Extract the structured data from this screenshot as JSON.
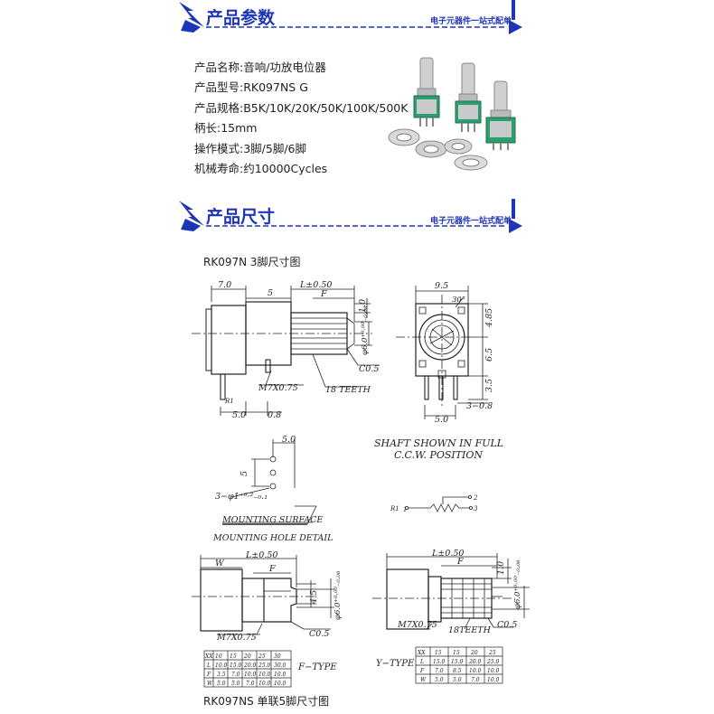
{
  "section1": {
    "title": "产品参数",
    "subtitle": "电子元器件一站式配单"
  },
  "specs": [
    {
      "label": "产品名称:",
      "value": "音响/功放电位器"
    },
    {
      "label": "产品型号:",
      "value": "RK097NS G"
    },
    {
      "label": "产品规格:",
      "value": "B5K/10K/20K/50K/100K/500K"
    },
    {
      "label": "柄长:",
      "value": "15mm"
    },
    {
      "label": "操作模式:",
      "value": "3脚/5脚/6脚"
    },
    {
      "label": "机械寿命:",
      "value": "约10000Cycles"
    }
  ],
  "section2": {
    "title": "产品尺寸",
    "subtitle": "电子元器件一站式配单"
  },
  "caption_top": "RK097N  3脚尺寸图",
  "caption_bottom": "RK097NS 单联5脚尺寸图",
  "drawing_top": {
    "dims": {
      "d7": "7.0",
      "d5": "5",
      "L": "L±0.50",
      "F": "F",
      "d10": "1.0",
      "dia": "φ6.0⁺⁰·⁰⁰₋₀.₀₈",
      "c05": "C0.5",
      "m7": "M7X0.75",
      "teeth": "18 TEETH",
      "r1": "R1",
      "b50": "5.0",
      "b08": "0.8"
    },
    "side": {
      "d95": "9.5",
      "ang": "30°",
      "d485": "4.85",
      "d65": "6.5",
      "d35": "3.5",
      "d50": "5.0",
      "d308": "3−0.8"
    }
  },
  "shaft_note": [
    "SHAFT SHOWN IN FULL",
    "C.C.W. POSITION"
  ],
  "mount": {
    "d50": "5.0",
    "d5": "5",
    "holes": "3−φ1⁺⁰·²₋₀.₁",
    "surface": "MOUNTING SURFACE",
    "detail": "MOUNTING HOLE DETAIL"
  },
  "schematic": {
    "r1": "R1",
    "p1": "1",
    "p2": "2",
    "p3": "3"
  },
  "ftype": {
    "dims": {
      "L": "L±0.50",
      "W": "W",
      "F": "F",
      "h45": "4.5",
      "dia": "φ6.0⁺⁰·⁰⁰₋₀.₀₈",
      "c05": "C0.5",
      "m7": "M7X0.75"
    },
    "label": "F−TYPE",
    "table": [
      [
        "XX",
        "10",
        "15",
        "20",
        "25",
        "30"
      ],
      [
        "L",
        "10.0",
        "15.0",
        "20.0",
        "25.0",
        "30.0"
      ],
      [
        "F",
        "3.5",
        "7.0",
        "10.0",
        "10.0",
        "10.0"
      ],
      [
        "W",
        "5.0",
        "5.0",
        "7.0",
        "10.0",
        "10.0"
      ]
    ]
  },
  "ytype": {
    "dims": {
      "L": "L±0.50",
      "F": "F",
      "d10": "1.0",
      "dia": "φ6.0⁺⁰·⁰⁰₋₀.₀₈",
      "c05": "C0.5",
      "m7": "M7X0.75",
      "teeth": "18TEETH"
    },
    "label": "Y−TYPE",
    "table": [
      [
        "XX",
        "15",
        "15",
        "20",
        "25"
      ],
      [
        "L",
        "15.0",
        "15.0",
        "20.0",
        "25.0"
      ],
      [
        "F",
        "7.0",
        "8.5",
        "10.0",
        "10.0"
      ],
      [
        "W",
        "5.0",
        "5.0",
        "7.0",
        "10.0"
      ]
    ]
  },
  "colors": {
    "brand_blue": "#1f35b8",
    "pcb_green": "#2f9e6e"
  }
}
